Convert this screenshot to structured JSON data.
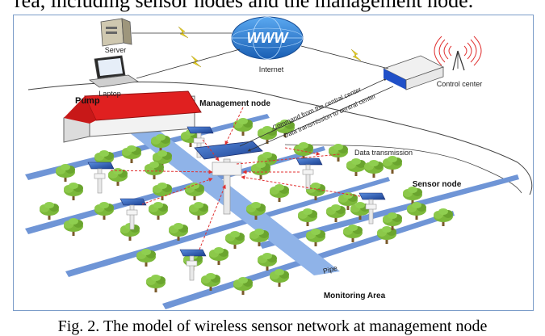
{
  "header_text": "rea, including sensor nodes and the management node.",
  "caption": "Fig. 2. The model of wireless sensor network at management node",
  "labels": {
    "server": "Server",
    "laptop": "Laptop",
    "internet": "Internet",
    "www": "WWW",
    "control_center": "Control center",
    "pump": "Pump",
    "management_node": "Management node",
    "sensor_node": "Sensor node",
    "data_transmission": "Data transmission",
    "command_from_center": "Command from the central center",
    "data_to_center": "Data transmission to central center",
    "pipe": "Pipe",
    "monitoring_area": "Monitoring Area"
  },
  "colors": {
    "frame": "#7a9cc8",
    "roof": "#e02020",
    "pipe": "#8fb3e8",
    "field_stripe": "#6f95d6",
    "tree_foliage": "#7bb83a",
    "tree_trunk": "#7a5a2a",
    "lightning": "#e8d020",
    "signal": "#e03030",
    "wireless_link": "#e03030"
  }
}
